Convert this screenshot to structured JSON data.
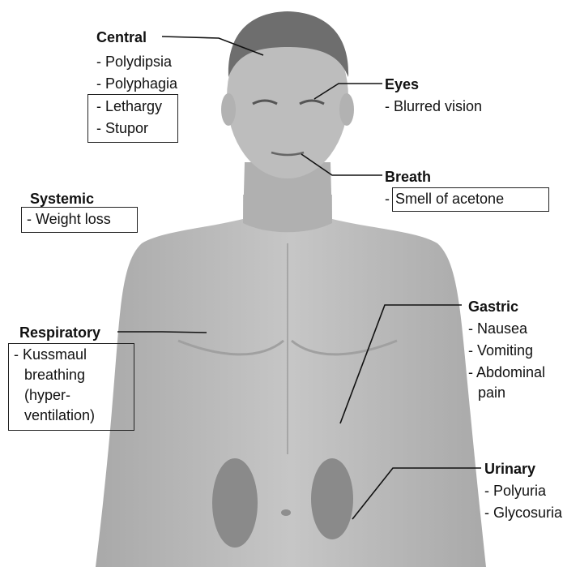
{
  "groups": {
    "central": {
      "title": "Central",
      "items": [
        "- Polydipsia",
        "- Polyphagia",
        "- Lethargy",
        "- Stupor"
      ]
    },
    "eyes": {
      "title": "Eyes",
      "items": [
        "- Blurred vision"
      ]
    },
    "breath": {
      "title": "Breath",
      "items": [
        "-",
        "Smell of acetone"
      ]
    },
    "systemic": {
      "title": "Systemic",
      "items": [
        "- Weight loss"
      ]
    },
    "respiratory": {
      "title": "Respiratory",
      "items": [
        "- Kussmaul",
        "breathing",
        "(hyper-",
        "ventilation)"
      ]
    },
    "gastric": {
      "title": "Gastric",
      "items": [
        "- Nausea",
        "- Vomiting",
        "- Abdominal",
        "pain"
      ]
    },
    "urinary": {
      "title": "Urinary",
      "items": [
        "- Polyuria",
        "- Glycosuria"
      ]
    }
  },
  "colors": {
    "body": "#b9b9b9",
    "body_shade": "#a3a3a3",
    "hair": "#666666",
    "organ": "#8a8a8a",
    "line": "#111111"
  }
}
